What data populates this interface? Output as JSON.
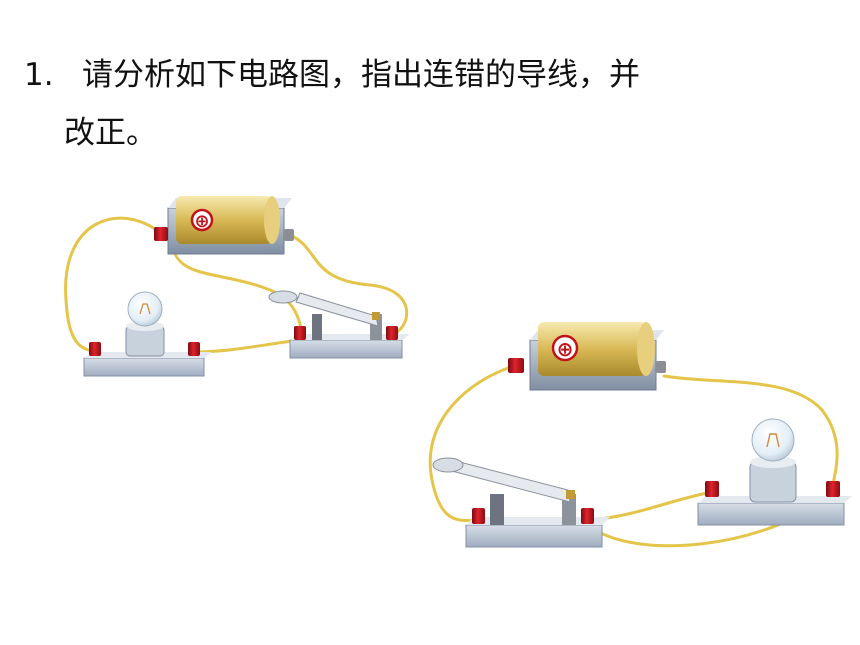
{
  "question": {
    "number": "1.",
    "text_line1": "请分析如下电路图，指出连错的导线，并",
    "text_line2": "改正。"
  },
  "circuits": [
    {
      "battery_symbol": "⊕"
    },
    {
      "battery_symbol": "⊕"
    }
  ],
  "colors": {
    "wire": "#e8c64a",
    "terminal": "#c0141c",
    "base": "#a9b6c6",
    "battery": "#c9a94a"
  }
}
